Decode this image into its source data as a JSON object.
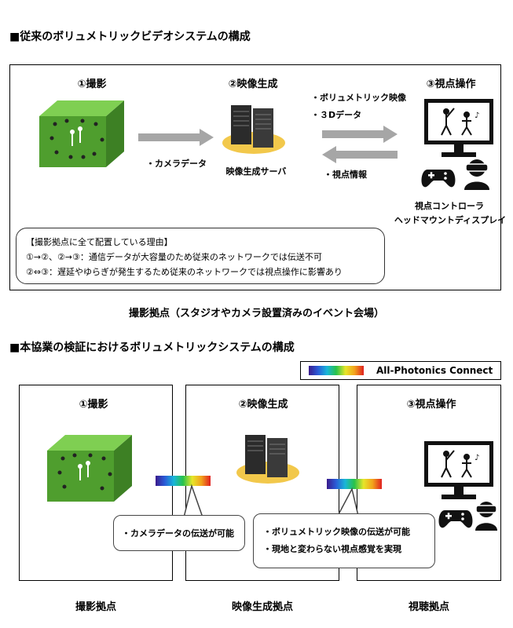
{
  "section1": {
    "title": "■従来のボリュメトリックビデオシステムの構成",
    "step1": "①撮影",
    "step2": "②映像生成",
    "step3": "③視点操作",
    "camera_data": "・カメラデータ",
    "server_label": "映像生成サーバ",
    "out_items": [
      "・ボリュメトリック映像",
      "・３Dデータ"
    ],
    "viewpoint_info": "・視点情報",
    "device_labels": [
      "視点コントローラ",
      "ヘッドマウントディスプレイ"
    ],
    "reason_title": "【撮影拠点に全て配置している理由】",
    "reason_lines": [
      "①→②、②→③：通信データが大容量のため従来のネットワークでは伝送不可",
      "②⇔③：遅延やゆらぎが発生するため従来のネットワークでは視点操作に影響あり"
    ],
    "caption": "撮影拠点（スタジオやカメラ設置済みのイベント会場）"
  },
  "section2": {
    "title": "■本協業の検証におけるボリュメトリックシステムの構成",
    "legend": "All-Photonics Connect",
    "step1": "①撮影",
    "step2": "②映像生成",
    "step3": "③視点操作",
    "bubble1": "・カメラデータの伝送が可能",
    "bubble2": [
      "・ボリュメトリック映像の伝送が可能",
      "・現地と変わらない視点感覚を実現"
    ],
    "captions": [
      "撮影拠点",
      "映像生成拠点",
      "視聴拠点"
    ]
  },
  "colors": {
    "green": "#5fb53a",
    "gold": "#f2c84b",
    "gray_arrow": "#a6a6a6"
  }
}
